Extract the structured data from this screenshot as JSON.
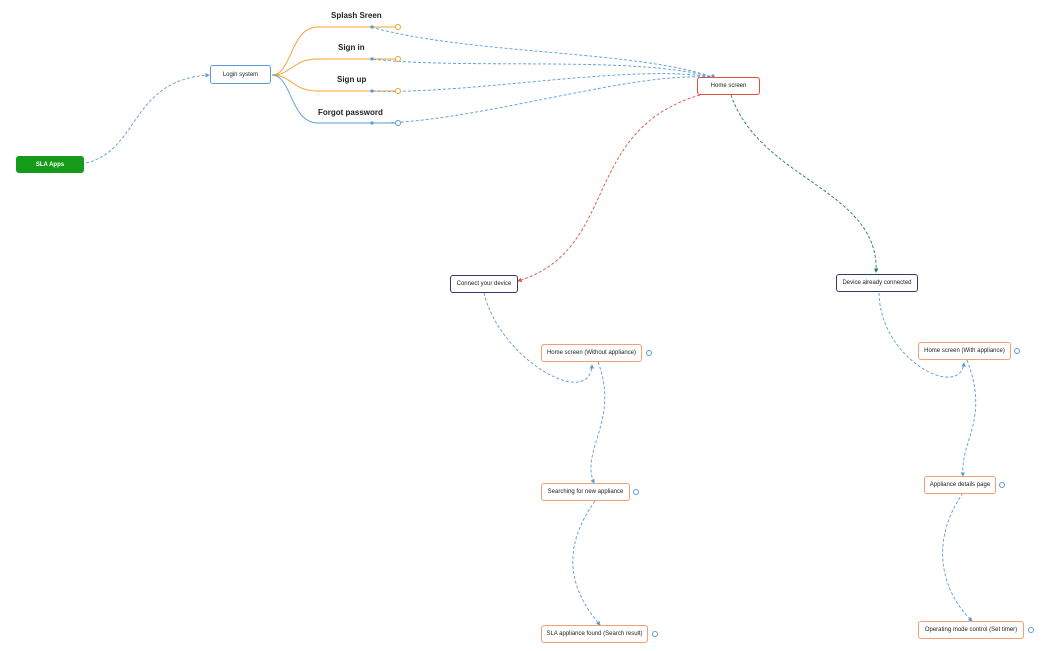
{
  "colors": {
    "root": "#169a19",
    "link_blue": "#5b9bd5",
    "link_red": "#e0503a",
    "link_green": "#1a7a6a",
    "branch_orange": "#f0a030",
    "node_navy": "#2f3b6e"
  },
  "nodes": {
    "root": "SLA Apps",
    "login": "Login system",
    "home": "Home screen",
    "connect": "Connect your device",
    "connected": "Device already connected",
    "home_without": "Home screen (Without appliance)",
    "searching": "Searching for new appliance",
    "found": "SLA appliance found (Search result)",
    "home_with": "Home screen (With appliance)",
    "details": "Appliance details page",
    "operating": "Operating mode control (Set timer)"
  },
  "leaves": {
    "splash": "Splash Sreen",
    "signin": "Sign in",
    "signup": "Sign up",
    "forgot": "Forgot password"
  }
}
